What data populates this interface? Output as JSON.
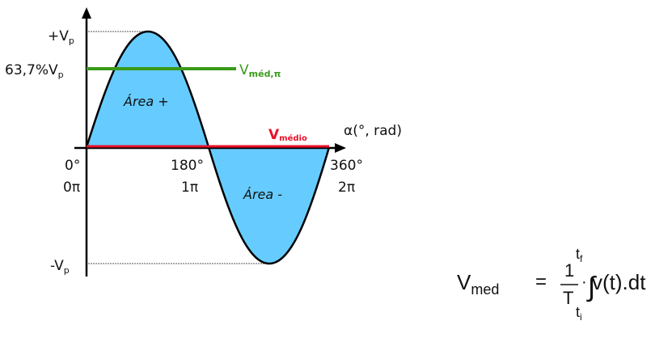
{
  "diagram": {
    "y_axis": {
      "labels": {
        "pos_peak": {
          "main": "+V",
          "sub": "p"
        },
        "avg_half": {
          "main": "63,7%V",
          "sub": "p"
        },
        "neg_peak": {
          "main": "-V",
          "sub": "p"
        }
      }
    },
    "x_axis": {
      "label": "α(°, rad)",
      "ticks": [
        {
          "deg": "0°",
          "rad": "0π"
        },
        {
          "deg": "180°",
          "rad": "1π"
        },
        {
          "deg": "360°",
          "rad": "2π"
        }
      ]
    },
    "regions": {
      "positive": "Área +",
      "negative": "Área -"
    },
    "lines": {
      "v_med_pi": {
        "main": "V",
        "sub": "méd,π",
        "color": "#3a9a1a"
      },
      "v_medio": {
        "main": "V",
        "sub": "médio",
        "color": "#e8102a"
      }
    },
    "colors": {
      "fill": "#66ccff",
      "curve": "#000000",
      "axis": "#000000"
    }
  },
  "formula": {
    "lhs_main": "V",
    "lhs_sub": "med",
    "equals": "=",
    "numerator": "1",
    "denominator": "T",
    "dot": "·",
    "integral": "∫",
    "upper_limit_main": "t",
    "upper_limit_sub": "f",
    "lower_limit_main": "t",
    "lower_limit_sub": "i",
    "integrand": "v(t).dt"
  }
}
